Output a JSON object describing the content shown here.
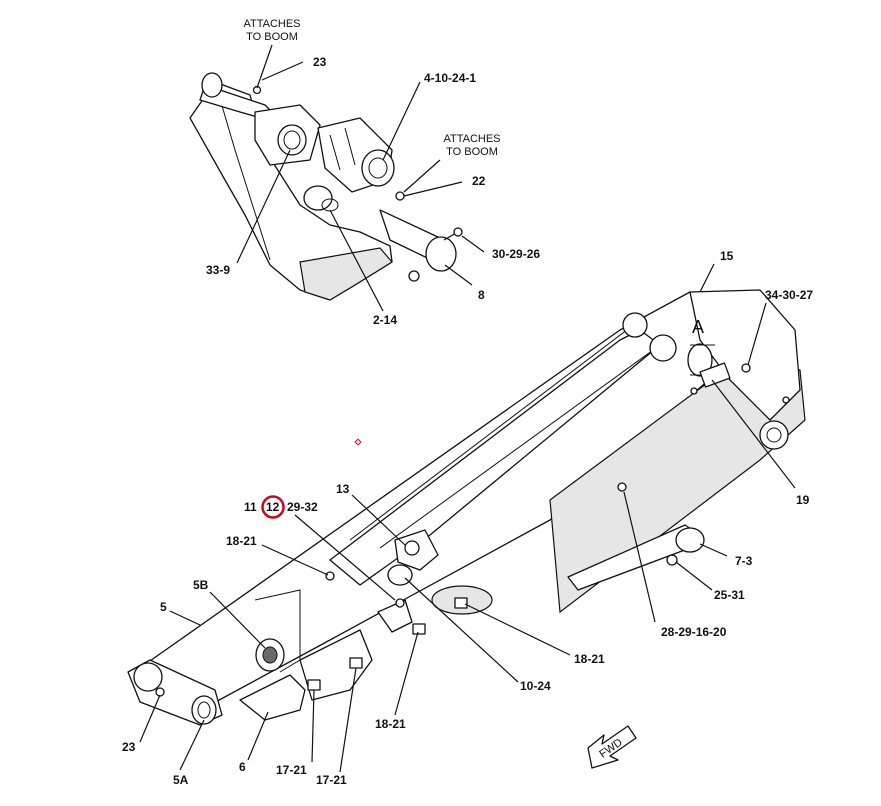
{
  "notes": {
    "attaches_top": [
      "ATTACHES",
      "TO BOOM"
    ],
    "attaches_mid": [
      "ATTACHES",
      "TO BOOM"
    ],
    "view_letter": "A",
    "fwd": "FWD"
  },
  "labels": {
    "l23_top": "23",
    "l4_10_24_1": "4-10-24-1",
    "l22": "22",
    "l30_29_26": "30-29-26",
    "l8": "8",
    "l33_9": "33-9",
    "l2_14": "2-14",
    "l15": "15",
    "l34_30_27": "34-30-27",
    "l19": "19",
    "l13": "13",
    "l11": "11",
    "l12": "12",
    "l29_32": "29-32",
    "l18_21_a": "18-21",
    "l5B": "5B",
    "l5": "5",
    "l7_3": "7-3",
    "l25_31": "25-31",
    "l28_29_16_20": "28-29-16-20",
    "l18_21_b": "18-21",
    "l10_24": "10-24",
    "l18_21_c": "18-21",
    "l23_bottom": "23",
    "l5A": "5A",
    "l6": "6",
    "l17_21_a": "17-21",
    "l17_21_b": "17-21"
  },
  "colors": {
    "highlight": "#d0021b"
  }
}
